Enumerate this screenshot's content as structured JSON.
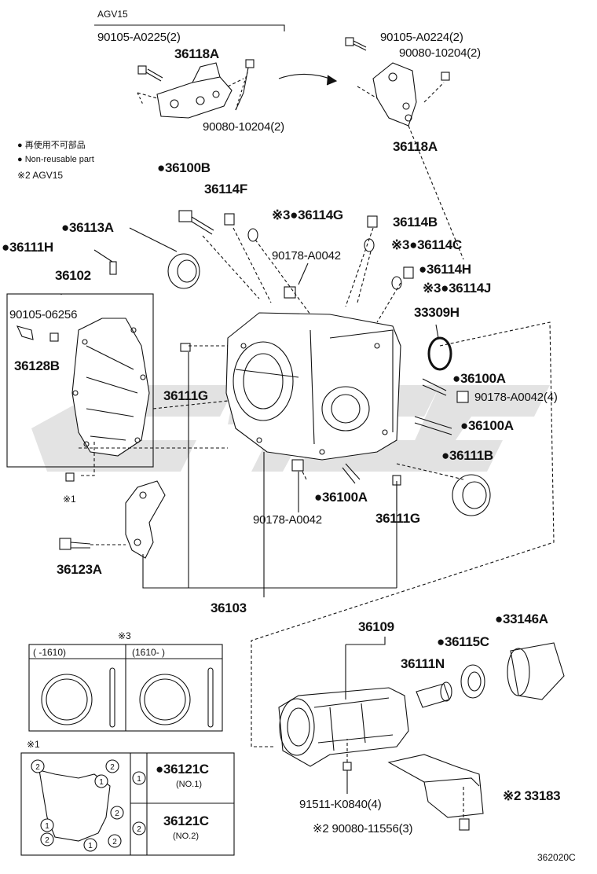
{
  "diagram_code": "362020C",
  "header": {
    "variant_label": "AGV15"
  },
  "legend": {
    "non_reusable_jp": "● 再使用不可部品",
    "non_reusable_en": "● Non-reusable part",
    "note2": "※2  AGV15"
  },
  "labels": {
    "p90105_A0225": "90105-A0225(2)",
    "p36118A_top": "36118A",
    "p90080_10204_left": "90080-10204(2)",
    "p90105_A0224": "90105-A0224(2)",
    "p90080_10204_right": "90080-10204(2)",
    "p36118A_right": "36118A",
    "p36100B": "●36100B",
    "p36114F": "36114F",
    "p36114G": "※3●36114G",
    "p36114B": "36114B",
    "p36113A": "●36113A",
    "p36111H": "●36111H",
    "p90178_A0042_top": "90178-A0042",
    "p36114C": "※3●36114C",
    "p36114H": "●36114H",
    "p36114J": "※3●36114J",
    "p36102": "36102",
    "p90105_06256": "90105-06256",
    "p36128B": "36128B",
    "p33309H": "33309H",
    "p36100A_1": "●36100A",
    "p90178_A0042_4": "90178-A0042(4)",
    "p36111G_left": "36111G",
    "p36100A_2": "●36100A",
    "p36111B": "●36111B",
    "note1_mark": "※1",
    "p36100A_3": "●36100A",
    "p90178_A0042_bottom": "90178-A0042",
    "p36111G_right": "36111G",
    "p36123A": "36123A",
    "p36103": "36103",
    "p36109": "36109",
    "p33146A": "●33146A",
    "p36115C": "●36115C",
    "p36111N": "36111N",
    "p91511_K0840": "91511-K0840(4)",
    "p33183": "※2 33183",
    "p90080_11556": "※2 90080-11556(3)"
  },
  "inset3": {
    "title": "※3",
    "col1": "(     -1610)",
    "col2": "(1610-      )"
  },
  "inset1": {
    "title": "※1",
    "row1_marker": "1",
    "row1_part": "●36121C",
    "row1_note": "(NO.1)",
    "row2_marker": "2",
    "row2_part": "36121C",
    "row2_note": "(NO.2)",
    "bolt_markers": [
      "2",
      "2",
      "1",
      "2",
      "1",
      "2",
      "1",
      "2"
    ]
  }
}
